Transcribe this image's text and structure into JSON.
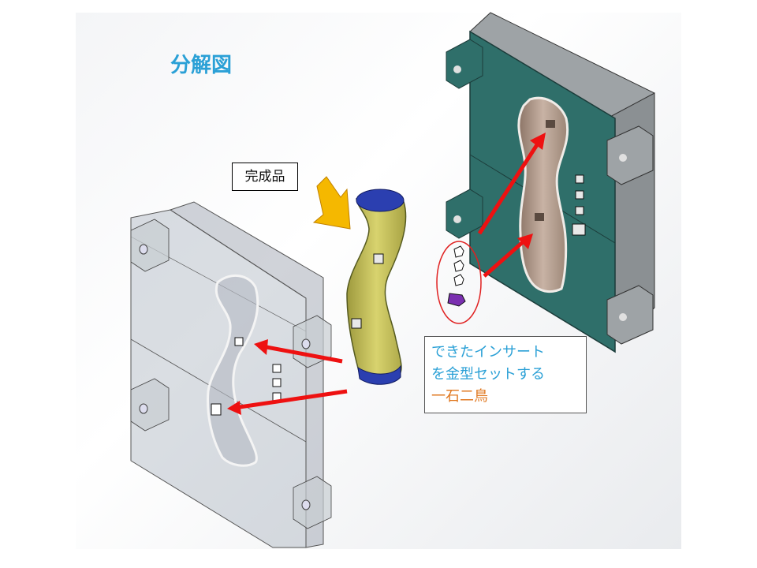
{
  "slide": {
    "title": "分解図",
    "callout_label": "完成品",
    "note": {
      "line1": "できたインサート",
      "line2": "を金型セットする",
      "line3": "一石二鳥"
    }
  },
  "colors": {
    "title": "#2aa0d6",
    "note_text": "#2aa0d6",
    "highlight_text": "#e07820",
    "mold_teal": "#2f6f6a",
    "part_yellow": "#c9c35a",
    "part_cap": "#2b3fb0",
    "arrow_red": "#ee1111",
    "callout_arrow": "#f5b800",
    "insert_purple": "#7a2fb0"
  }
}
